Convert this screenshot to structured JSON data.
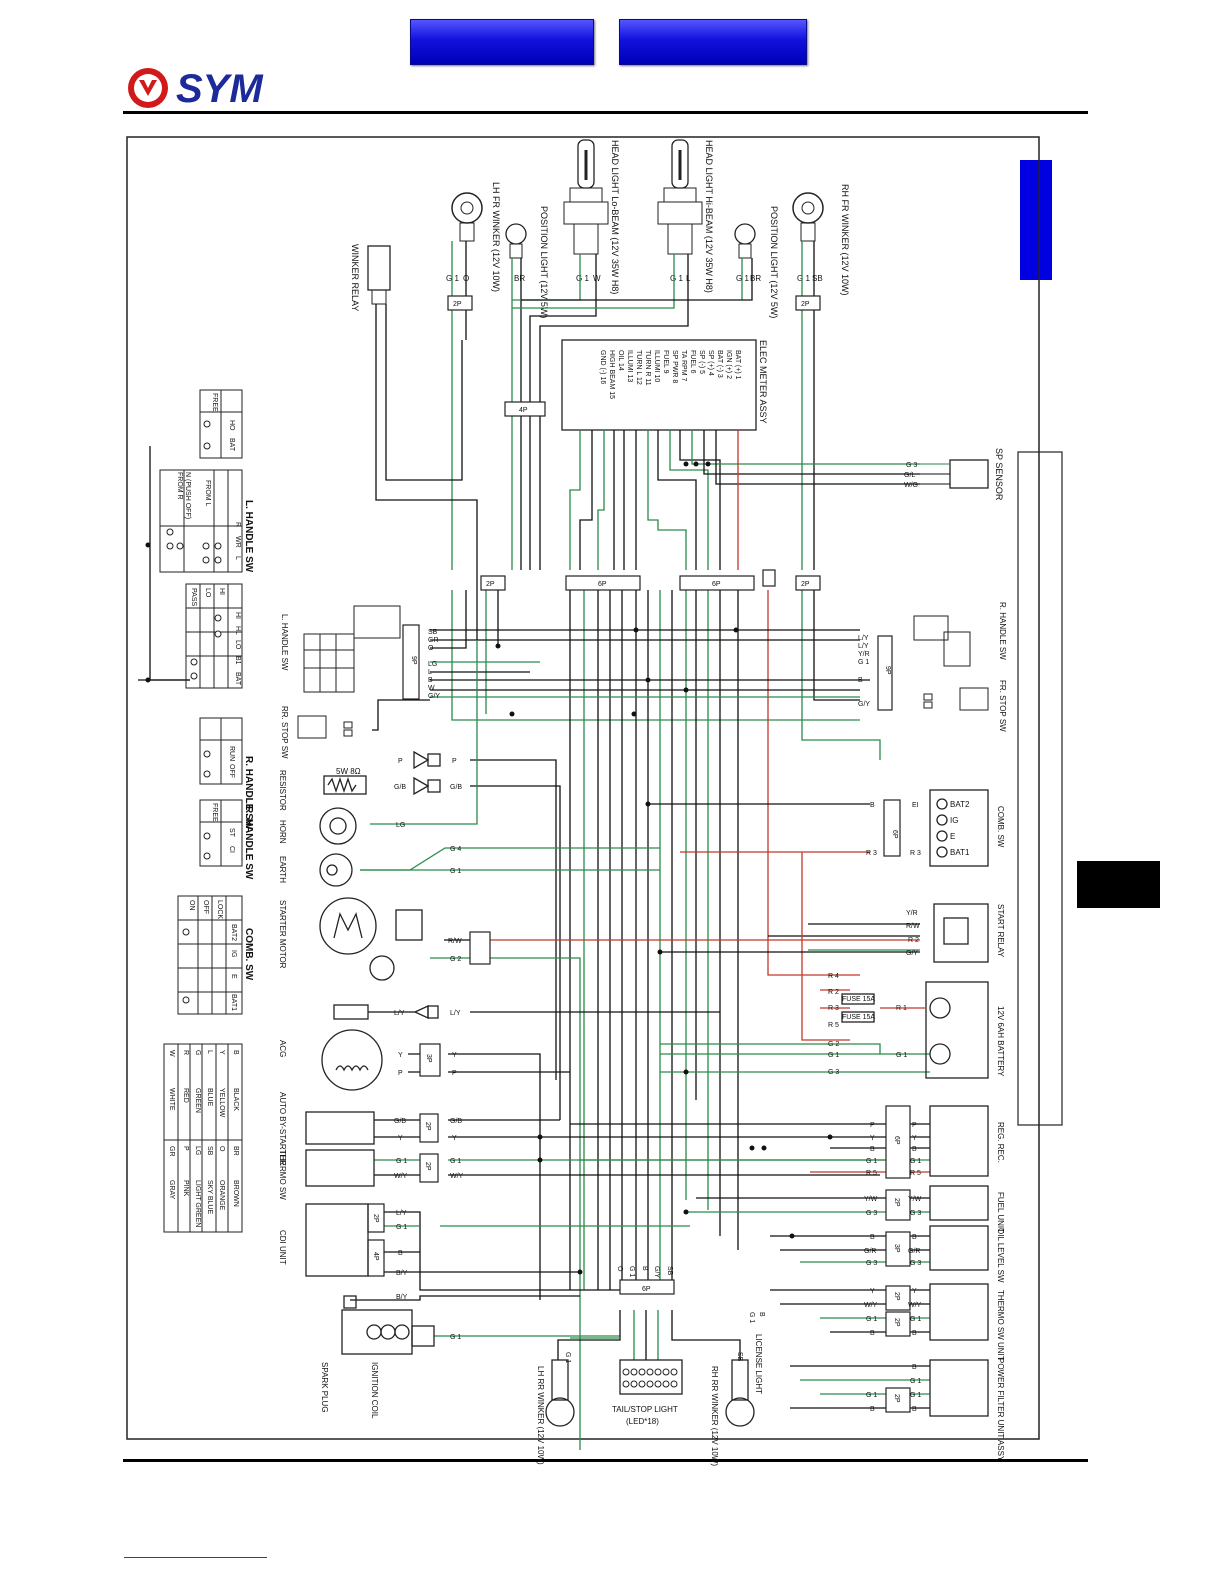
{
  "header": {
    "brand": "SYM",
    "colors": {
      "nav_button": "#1a1ae0",
      "brand_red": "#d11a1a",
      "brand_blue": "#1c2a9a",
      "tab_blue": "#0000e0",
      "tab_black": "#000000"
    }
  },
  "wire_colors": {
    "green": "#2a8a4a",
    "red": "#c0392b",
    "black": "#111111"
  },
  "components": {
    "head_light_lo": "HEAD LIGHT Lo-BEAM (12V 35W H8)",
    "head_light_hi": "HEAD LIGHT Hi-BEAM (12V 35W H8)",
    "lh_fr_winker": "LH FR WINKER (12V 10W)",
    "rh_fr_winker": "RH FR WINKER (12V 10W)",
    "position_light_l": "POSITION LIGHT (12V 5W)",
    "position_light_r": "POSITION LIGHT (12V 5W)",
    "winker_relay": "WINKER RELAY",
    "elec_meter": "ELEC METER ASSY",
    "sp_sensor": "SP SENSOR",
    "l_handle_sw": "L. HANDLE SW",
    "r_handle_sw": "R. HANDLE SW",
    "fr_stop_sw": "FR. STOP SW",
    "rr_stop_sw": "RR. STOP SW",
    "resistor": "RESISTOR",
    "horn": "HORN",
    "earth": "EARTH",
    "starter_motor": "STARTER MOTOR",
    "comb_sw": "COMB. SW",
    "start_relay": "START RELAY",
    "battery": "12V 6AH BATTERY",
    "acg": "ACG",
    "auto_bystarter": "AUTO BY-STARTER",
    "thermo_sw": "THERMO SW",
    "cdi_unit": "CDI UNIT",
    "ignition_coil": "IGNITION COIL",
    "spark_plug": "SPARK PLUG",
    "reg_rec": "REG. REC.",
    "fuel_unit": "FUEL UNIT",
    "oil_level_sw": "OIL LEVEL SW",
    "thermo_sw_unit": "THERMO SW UNIT",
    "power_filter": "POWER FILTER UNIT ASSY",
    "lh_rr_winker": "LH RR WINKER (12V 10W)",
    "rh_rr_winker": "RH RR WINKER (12V 10W)",
    "tail_stop": "TAIL/STOP LIGHT",
    "tail_stop_sub": "(LED*18)",
    "license_light": "LICENSE LIGHT",
    "resistor_value": "5W 8Ω",
    "fuse1": "FUSE 15A",
    "fuse2": "FUSE 15A"
  },
  "meter_pins": [
    "BAT (+) 1",
    "IGN (+) 2",
    "BAT (-) 3",
    "SP (+) 4",
    "SP (-) 5",
    "FUEL 6",
    "TA RPM 7",
    "SP PWR 8",
    "FUEL 9",
    "ILLUMI 10",
    "TURN R 11",
    "TURN L 12",
    "ILLUMI 13",
    "OIL 14",
    "HIGH BEAM 15",
    "GND (-) 16"
  ],
  "connectors": [
    "2P",
    "2P",
    "4P",
    "6P",
    "6P",
    "2P",
    "2P",
    "9P",
    "9P",
    "6P",
    "3P",
    "2P",
    "2P",
    "2P",
    "4P",
    "6P",
    "2P",
    "3P",
    "2P",
    "2P",
    "2P",
    "6P"
  ],
  "tables": {
    "l_handle_headlight": {
      "cols": [
        "HO",
        "BAT"
      ],
      "rows": [
        "FREE"
      ]
    },
    "l_handle_winker": {
      "cols": [
        "R",
        "WR",
        "L"
      ],
      "rows": [
        "FROM L",
        "N (PUSH OFF)",
        "FROM R"
      ]
    },
    "l_handle_dimmer": {
      "cols": [
        "HI",
        "HL",
        "LO",
        "B1",
        "BAT"
      ],
      "rows": [
        "HI",
        "LO",
        "PASS"
      ]
    },
    "r_handle_stop": {
      "cols": [
        "RUN",
        "OFF"
      ],
      "rows": []
    },
    "r_handle_start": {
      "cols": [
        "ST",
        "CI"
      ],
      "rows": [
        "FREE"
      ]
    },
    "comb_sw": {
      "cols": [
        "BAT2",
        "IG",
        "E",
        "BAT1"
      ],
      "rows": [
        "LOCK",
        "OFF",
        "ON"
      ]
    }
  },
  "color_legend": [
    {
      "code": "B",
      "name": "BLACK"
    },
    {
      "code": "BR",
      "name": "BROWN"
    },
    {
      "code": "Y",
      "name": "YELLOW"
    },
    {
      "code": "O",
      "name": "ORANGE"
    },
    {
      "code": "L",
      "name": "BLUE"
    },
    {
      "code": "SB",
      "name": "SKY BLUE"
    },
    {
      "code": "G",
      "name": "GREEN"
    },
    {
      "code": "LG",
      "name": "LIGHT GREEN"
    },
    {
      "code": "R",
      "name": "RED"
    },
    {
      "code": "P",
      "name": "PINK"
    },
    {
      "code": "W",
      "name": "WHITE"
    },
    {
      "code": "GR",
      "name": "GRAY"
    }
  ],
  "wire_labels": {
    "top": [
      "G 1",
      "O",
      "BR",
      "G 1",
      "W",
      "G 1",
      "L",
      "G 1",
      "BR",
      "G 1",
      "SB"
    ],
    "sp_sensor": [
      "G 3",
      "G/L",
      "W/G"
    ],
    "l_handle_plug": [
      "SB",
      "GR",
      "O",
      "LG",
      "L",
      "B",
      "W",
      "G/Y"
    ],
    "r_handle_plug": [
      "L/Y",
      "L/Y",
      "Y/R",
      "G 1",
      "B",
      "G/Y"
    ],
    "comb": [
      "B",
      "EI",
      "BAT2",
      "IG",
      "E",
      "BAT1",
      "R 3",
      "R 3"
    ],
    "start_relay": [
      "Y/R",
      "R/W",
      "R 2",
      "G/Y"
    ],
    "battery": [
      "R 4",
      "R 2",
      "R 3",
      "R 5",
      "R 1",
      "G 2",
      "G 1",
      "G 3",
      "G 1"
    ],
    "reg_rec": [
      "P",
      "Y",
      "B",
      "G 1",
      "R 5",
      "P",
      "Y",
      "B",
      "G 1",
      "R 5"
    ],
    "fuel": [
      "Y/W",
      "G 3",
      "Y/W",
      "G 3"
    ],
    "oil": [
      "B",
      "G/R",
      "G 3",
      "B",
      "G/R",
      "G 3"
    ],
    "thermo_unit": [
      "Y",
      "W/Y",
      "G 1",
      "B",
      "Y",
      "W/Y",
      "G 1",
      "B"
    ],
    "power_filter": [
      "B",
      "G 1",
      "G 1",
      "B",
      "G 1",
      "B"
    ],
    "left_side": [
      "P",
      "P",
      "G/B",
      "G/B",
      "LG",
      "G 4",
      "G 1",
      "R/W",
      "G 2",
      "L/Y",
      "L/Y",
      "Y",
      "Y",
      "P",
      "P",
      "G/B",
      "G/B",
      "Y",
      "Y",
      "G 1",
      "G 1",
      "W/Y",
      "W/Y",
      "L/Y",
      "G 1",
      "B",
      "B/Y",
      "B/Y",
      "G 1"
    ],
    "rear": [
      "O",
      "G 1",
      "B",
      "G/Y",
      "SB",
      "G 1",
      "B",
      "G 1",
      "SB"
    ]
  }
}
